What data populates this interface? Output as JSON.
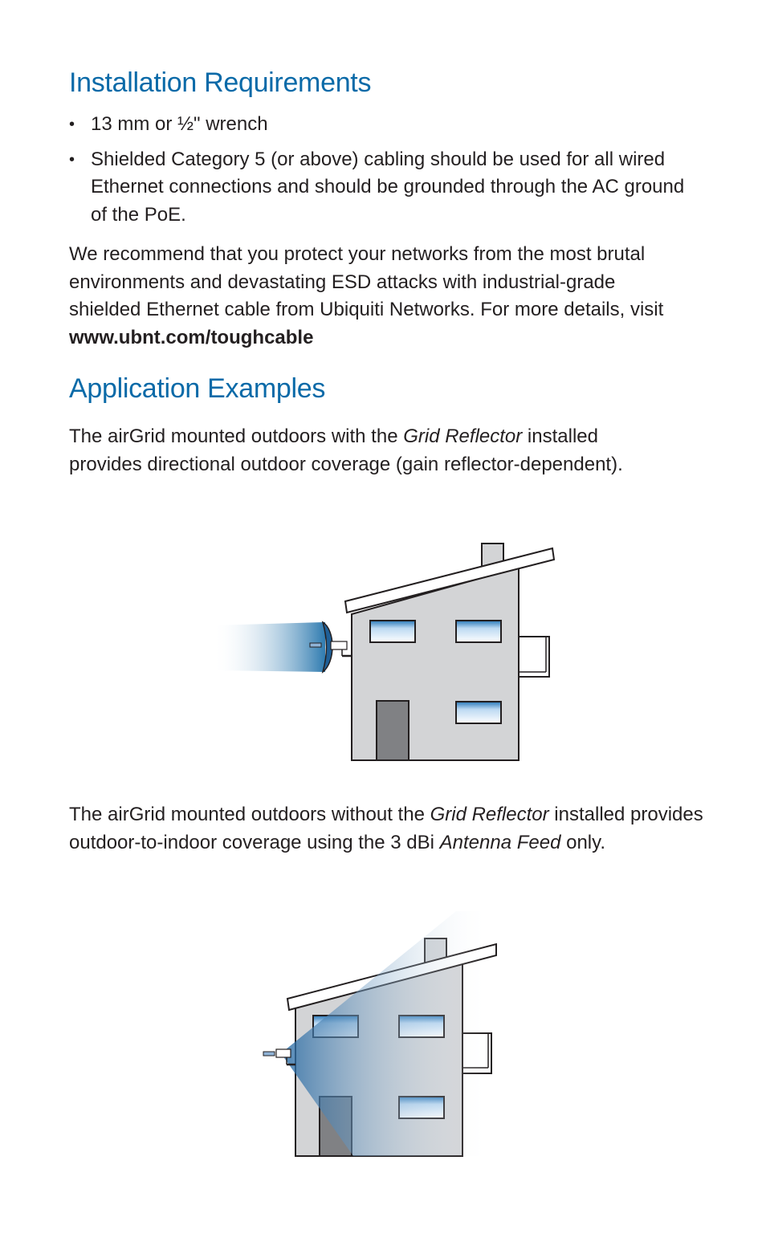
{
  "installation": {
    "title": "Installation Requirements",
    "items": [
      "13 mm or ½\" wrench",
      "Shielded Category 5 (or above) cabling should be used for all wired Ethernet connections and should be grounded through the AC ground of the PoE."
    ],
    "bullet": "•",
    "recommend_prefix": "We recommend that you protect your networks from the most brutal environments and devastating ESD attacks with industrial-grade shielded Ethernet cable from Ubiquiti Networks. For more details, visit ",
    "recommend_url": "www.ubnt.com/toughcable"
  },
  "applications": {
    "title": "Application Examples",
    "example1": {
      "prefix": "The airGrid mounted outdoors with the ",
      "italic": "Grid Reflector",
      "suffix": " installed provides directional outdoor coverage (gain reflector-dependent)."
    },
    "example2": {
      "prefix": "The airGrid mounted outdoors without the ",
      "italic1": "Grid Reflector",
      "middle": " installed provides outdoor-to-indoor coverage using the 3 dBi ",
      "italic2": "Antenna Feed",
      "suffix": " only."
    }
  },
  "colors": {
    "heading": "#0a6aa8",
    "house_wall": "#d3d4d6",
    "door": "#808184",
    "signal": "#2f7bb0"
  }
}
